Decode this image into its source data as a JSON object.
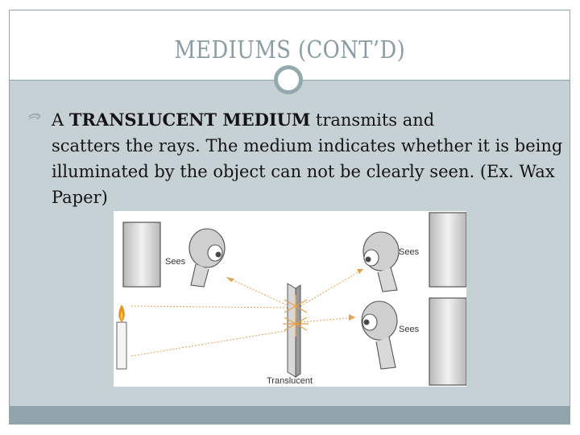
{
  "slide": {
    "title": "MEDIUMS (CONT’D)",
    "bullet": {
      "icon": "bullet-arrow-icon",
      "intro": "A ",
      "emphasis": "TRANSLUCENT MEDIUM",
      "after_emphasis": " transmits and",
      "rest": "scatters the rays. The medium indicates whether it is being illuminated by the object can not be clearly seen. (Ex. Wax Paper)"
    }
  },
  "figure": {
    "label_sees_left": "Sees",
    "label_sees_top_right": "Sees",
    "label_sees_bottom_right": "Sees",
    "label_medium": "Translucent"
  },
  "colors": {
    "title": "#8a9da2",
    "accent": "#94a9ae",
    "background_panel": "#c6d1d6",
    "ray": "#e8a04a",
    "flame": "#e89420"
  }
}
